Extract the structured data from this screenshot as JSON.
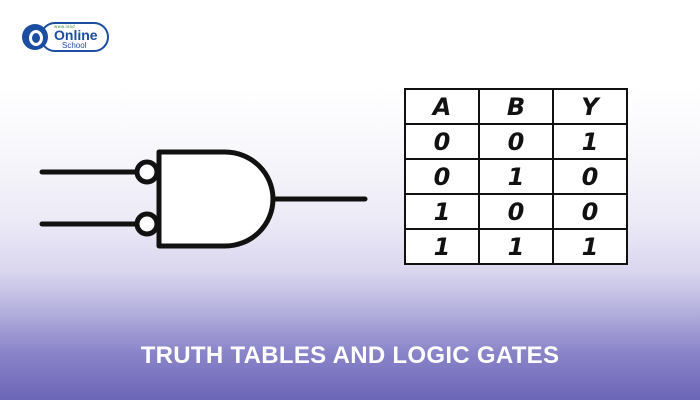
{
  "logo": {
    "small_text": "www.lead",
    "name_main": "Online",
    "name_sub": "School"
  },
  "gate": {
    "type": "AND gate with inverted (bubbled) inputs"
  },
  "truth_table": {
    "headers": [
      "A",
      "B",
      "Y"
    ],
    "rows": [
      [
        "0",
        "0",
        "1"
      ],
      [
        "0",
        "1",
        "0"
      ],
      [
        "1",
        "0",
        "0"
      ],
      [
        "1",
        "1",
        "1"
      ]
    ]
  },
  "footer": {
    "title": "TRUTH TABLES AND LOGIC GATES"
  },
  "colors": {
    "ink": "#111111",
    "brand_blue": "#1b4ea1",
    "gradient_bottom": "#6c66b8"
  }
}
